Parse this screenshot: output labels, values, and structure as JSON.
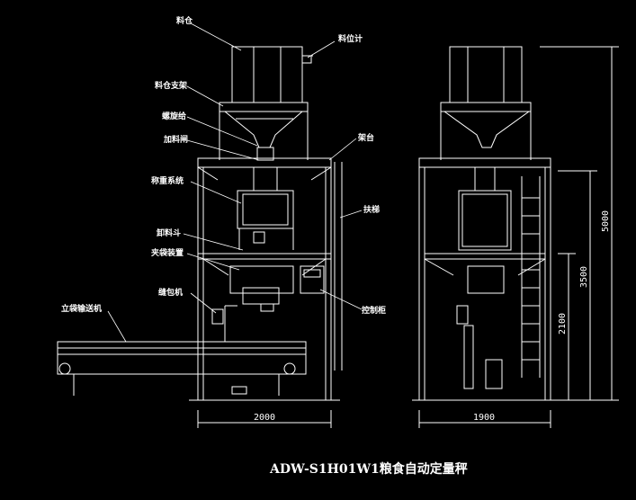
{
  "title": "ADW-S1H01W1粮食自动定量秤",
  "colors": {
    "background": "#000000",
    "line": "#ffffff",
    "leader": "#ffffff"
  },
  "labels": {
    "hopper": "料仓",
    "level_meter": "料位计",
    "hopper_support": "料仓支架",
    "screw_feeder": "螺旋给",
    "feed_gate": "加料闸",
    "frame": "架台",
    "weighing_system": "称重系统",
    "ladder": "扶梯",
    "discharge_bucket": "卸料斗",
    "bag_clamp": "夹袋装置",
    "control_cabinet": "控制柜",
    "sewing_machine": "缝包机",
    "conveyor": "立袋输送机"
  },
  "dimensions": {
    "front_width": "2000",
    "side_width": "1900",
    "total_height": "5000",
    "height_3500": "3500",
    "height_2100": "2100"
  }
}
